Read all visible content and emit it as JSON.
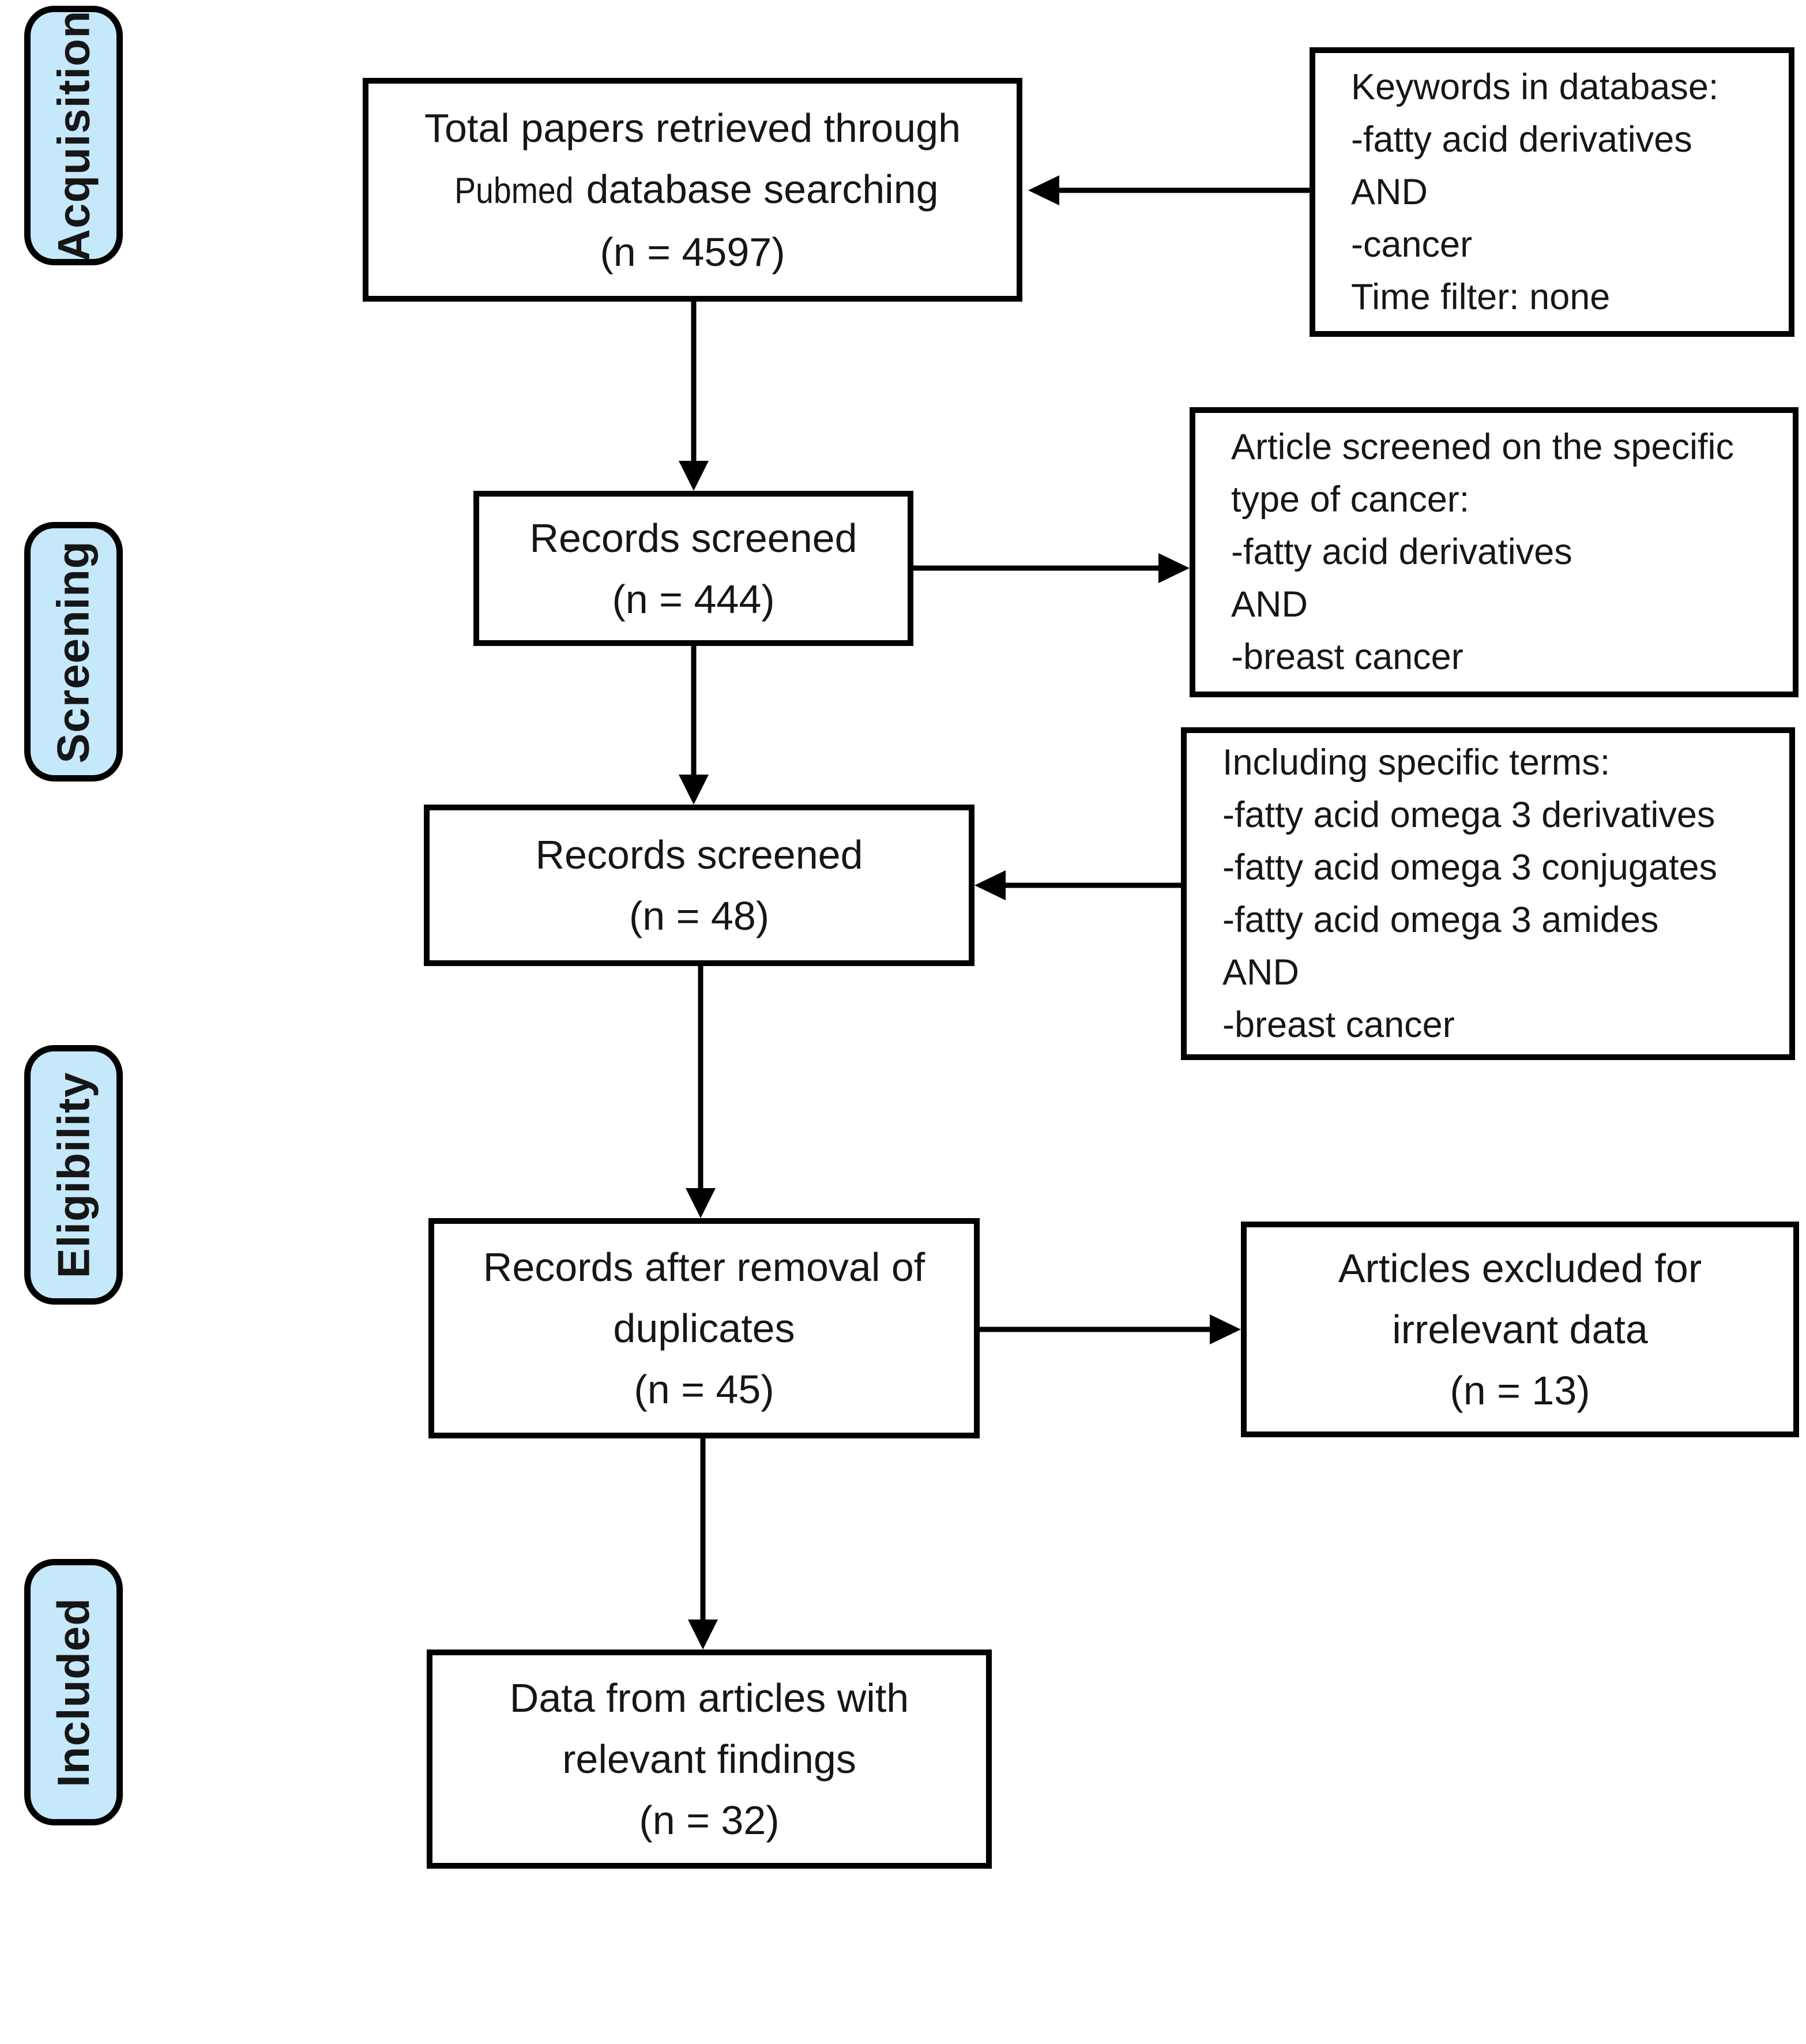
{
  "stages": [
    {
      "label": "Acquisition"
    },
    {
      "label": "Screening"
    },
    {
      "label": "Eligibility"
    },
    {
      "label": "Included"
    }
  ],
  "boxes": {
    "total_papers": {
      "line1": "Total papers retrieved through",
      "line2_pubmed": "Pubmed",
      "line2_rest": "database searching",
      "line3": "(n = 4597)",
      "n": 4597
    },
    "records_screened_444": {
      "line1": "Records screened",
      "line2": "(n = 444)",
      "n": 444
    },
    "records_screened_48": {
      "line1": "Records screened",
      "line2": "(n = 48)",
      "n": 48
    },
    "records_deduplicated": {
      "line1": "Records after removal of",
      "line2": "duplicates",
      "line3": "(n = 45)",
      "n": 45
    },
    "data_relevant": {
      "line1": "Data from articles with",
      "line2": "relevant findings",
      "line3": "(n = 32)",
      "n": 32
    },
    "articles_excluded": {
      "line1": "Articles excluded for",
      "line2": "irrelevant data",
      "line3": "(n = 13)",
      "n": 13
    }
  },
  "notes": {
    "keywords": {
      "lines": [
        "Keywords in database:",
        "-fatty acid derivatives",
        "AND",
        "-cancer",
        "Time filter: none"
      ]
    },
    "article_screened": {
      "lines": [
        "Article screened on the specific",
        "type of cancer:",
        "-fatty acid derivatives",
        "AND",
        "-breast cancer"
      ]
    },
    "including_terms": {
      "lines": [
        "Including specific terms:",
        "-fatty acid omega 3 derivatives",
        "-fatty acid omega 3 conjugates",
        "-fatty acid omega 3 amides",
        "AND",
        "-breast cancer"
      ]
    }
  },
  "colors": {
    "stage_fill": "#c5e8fa",
    "border_color": "#000000",
    "text_color": "#161616",
    "bg": "#ffffff"
  }
}
